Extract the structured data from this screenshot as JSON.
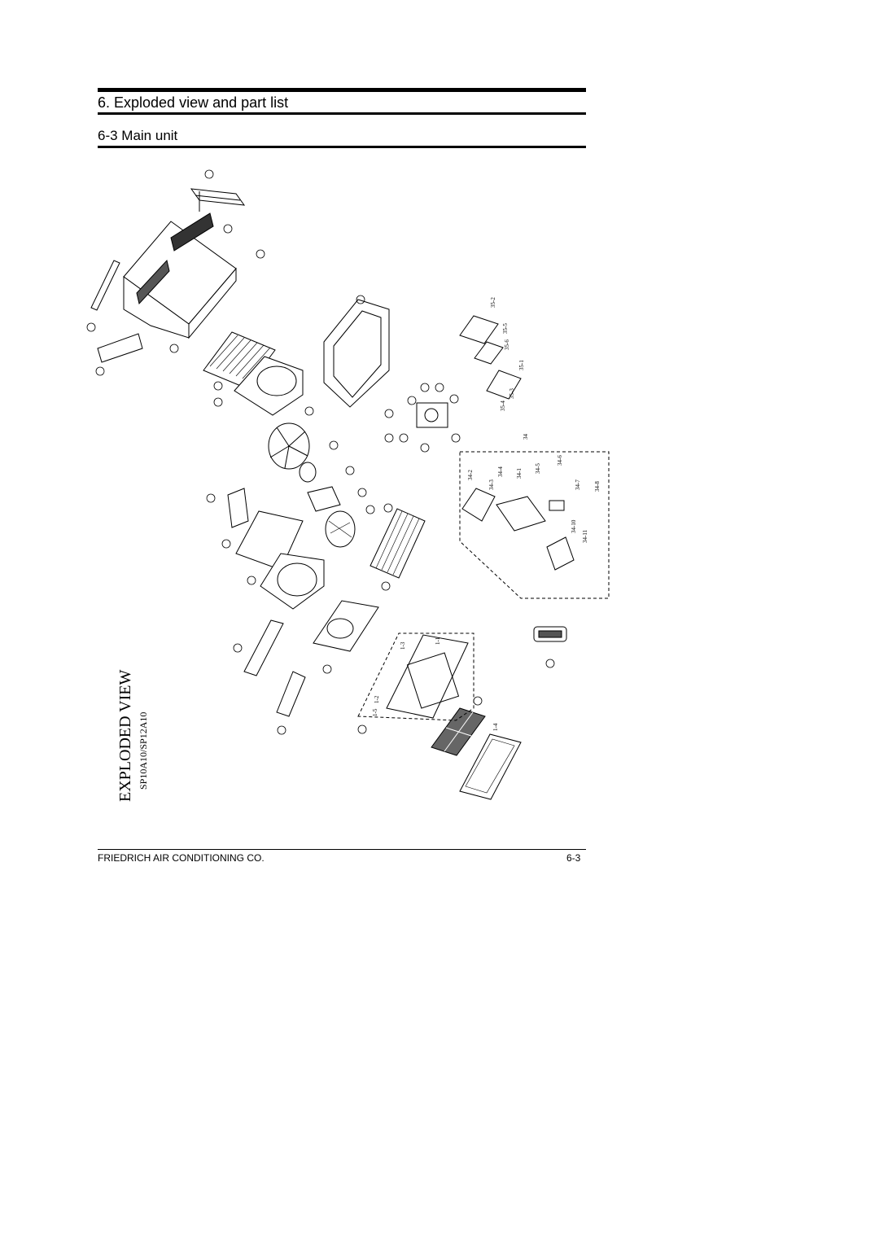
{
  "section_title": "6. Exploded view and part list",
  "subsection_title": "6-3 Main unit",
  "diagram": {
    "title": "EXPLODED VIEW",
    "models": "SP10A10/SP12A10",
    "subassembly_34_labels": [
      "34",
      "34-1",
      "34-2",
      "34-3",
      "34-4",
      "34-5",
      "34-6",
      "34-7",
      "34-8",
      "34-10",
      "34-11"
    ],
    "subassembly_35_labels": [
      "35-1",
      "35-2",
      "35-3",
      "35-4",
      "35-5",
      "35-6"
    ],
    "filter_labels": [
      "1-1",
      "1-2",
      "1-3",
      "1-4",
      "1-5"
    ]
  },
  "footer": {
    "company": "FRIEDRICH AIR CONDITIONING CO.",
    "page": "6-3"
  }
}
